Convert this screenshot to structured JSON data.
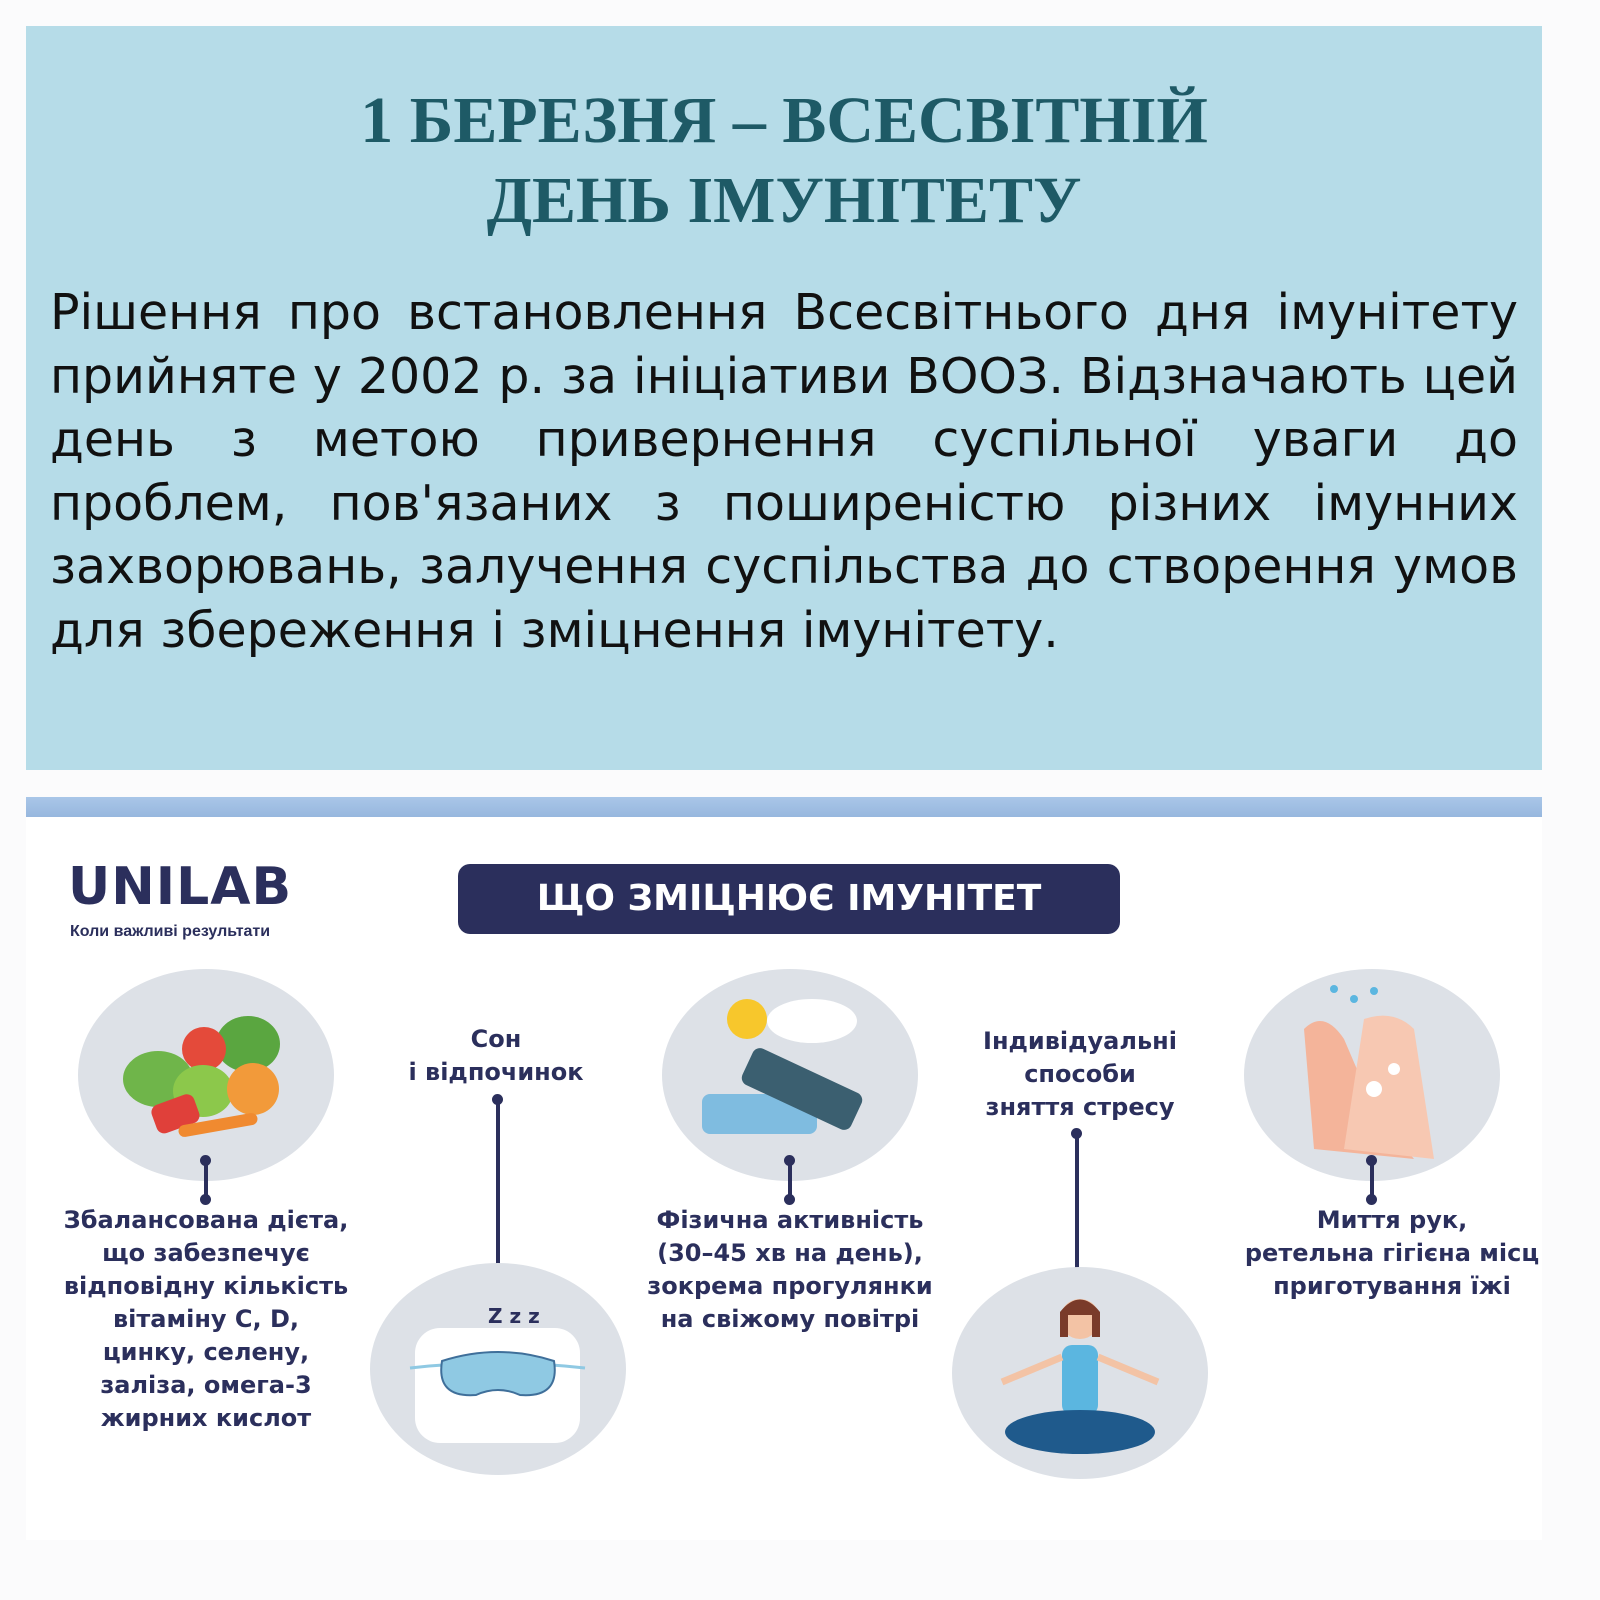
{
  "header": {
    "title": "1 БЕРЕЗНЯ – ВСЕСВІТНІЙ ДЕНЬ ІМУНІТЕТУ",
    "body": "Рішення про встановлення Всесвітнього дня імунітету прийняте у 2002 р. за ініціативи ВООЗ. Відзначають цей день з метою привернення суспільної уваги до проблем, пов'язаних з поширеністю різних імунних захворювань, залучення суспільства до створення умов для збереження і зміцнення імунітету."
  },
  "infographic": {
    "brand": "UNILAB",
    "tagline": "Коли важливі результати",
    "heading": "ЩО ЗМІЦНЮЄ ІМУНІТЕТ",
    "items": [
      {
        "icon": "vegetables-icon",
        "lines": [
          "Збалансована дієта,",
          "що забезпечує",
          "відповідну кількість",
          "вітаміну С, D,",
          "цинку, селену,",
          "заліза, омега-3",
          "жирних кислот"
        ]
      },
      {
        "icon": "sleep-mask-icon",
        "lines": [
          "Сон",
          "і відпочинок"
        ],
        "zzz": "Z z z"
      },
      {
        "icon": "dumbbell-icon",
        "lines": [
          "Фізична активність",
          "(30–45 хв на день),",
          "зокрема прогулянки",
          "на свіжому повітрі"
        ]
      },
      {
        "icon": "meditation-icon",
        "lines": [
          "Індивідуальні",
          "способи",
          "зняття стресу"
        ]
      },
      {
        "icon": "handwash-icon",
        "lines": [
          "Миття рук,",
          "ретельна гігієна місц",
          "приготування їжі"
        ]
      }
    ]
  },
  "colors": {
    "panel": "#b6dce8",
    "title": "#1e5a66",
    "navy": "#2b2f5c",
    "circle": "#dde1e7"
  }
}
